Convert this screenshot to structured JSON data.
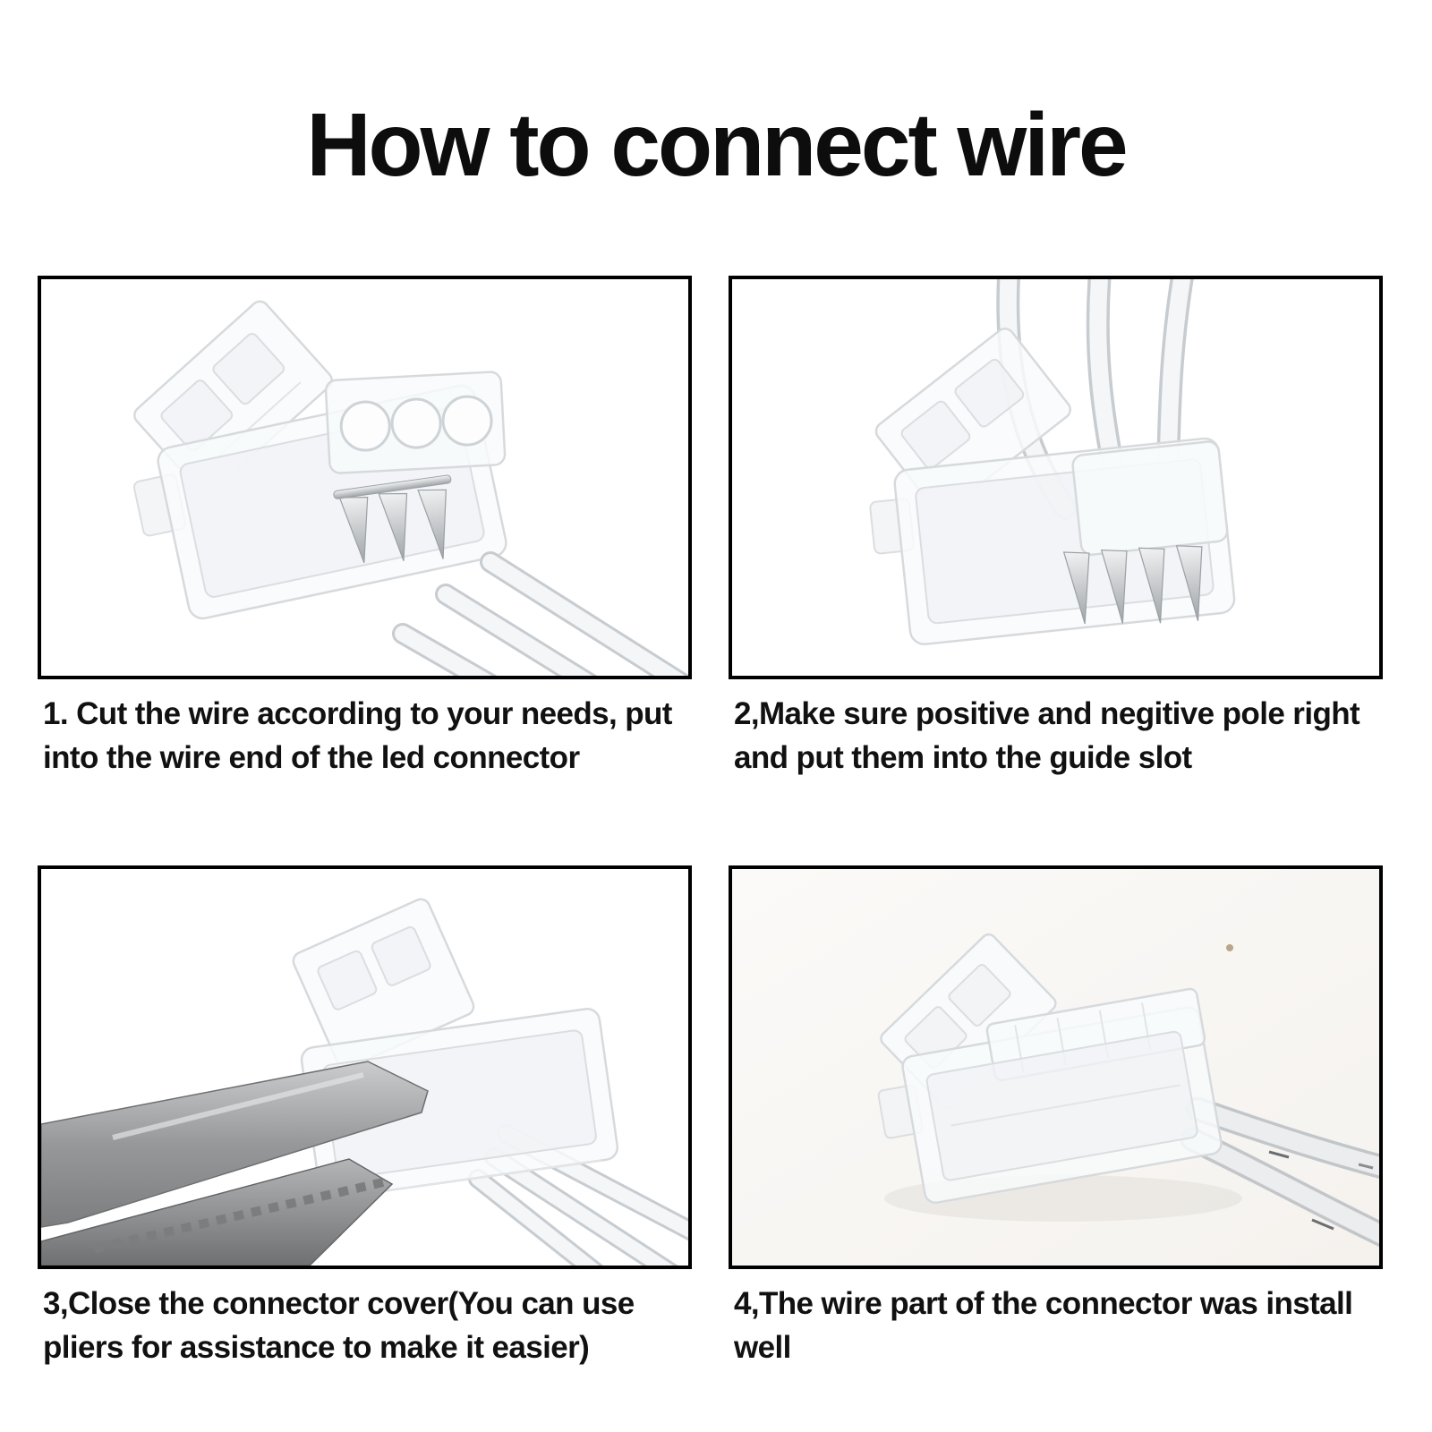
{
  "page": {
    "title": "How to connect wire",
    "background_color": "#ffffff",
    "text_color": "#111111",
    "panel_border_color": "#000000"
  },
  "steps": [
    {
      "number": "1",
      "lines": [
        "1. Cut the wire according to your needs, put",
        "into the wire end of the led connector"
      ],
      "photo": "led-connector-open-with-three-loose-wires"
    },
    {
      "number": "2",
      "lines": [
        "2,Make sure positive and negitive pole right",
        "and put them into the guide slot"
      ],
      "photo": "wires-inserted-into-connector-guide-slot"
    },
    {
      "number": "3",
      "lines": [
        "3,Close the connector cover(You can use",
        "pliers for assistance to make it easier)"
      ],
      "photo": "pliers-closing-connector-cover"
    },
    {
      "number": "4",
      "lines": [
        "4,The wire part of the connector was install",
        "well"
      ],
      "photo": "connector-with-wires-installed"
    }
  ],
  "photo_palette": {
    "clear_plastic_edge": "#d7dadd",
    "wire_white": "#f4f6f7",
    "wire_edge": "#c7ccd1",
    "metal_pin": "#b9bec2",
    "pliers_gray": "#8a8b8d",
    "step4_surface": "#faf8f5"
  }
}
